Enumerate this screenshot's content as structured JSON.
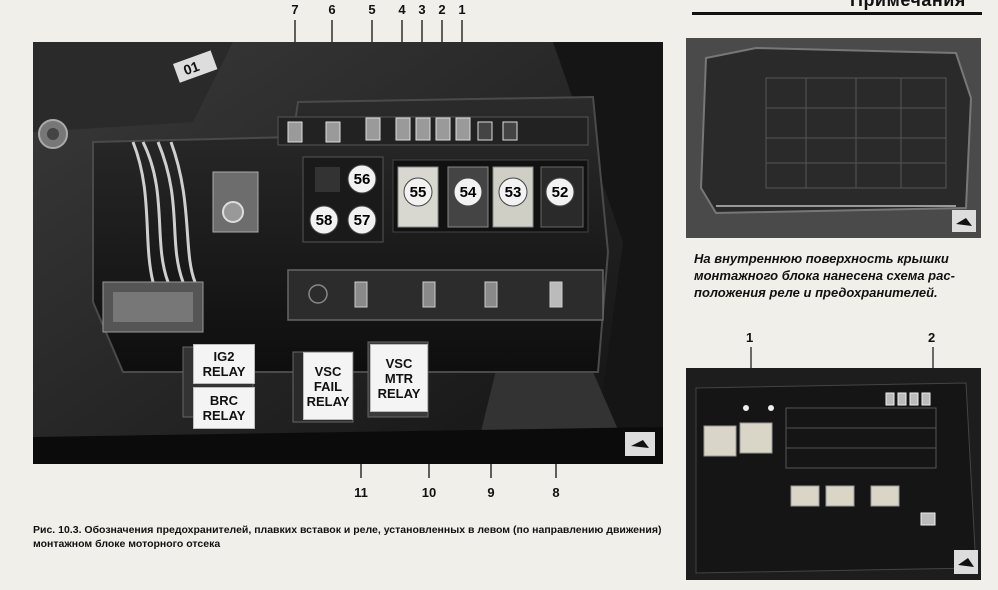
{
  "header": {
    "title": "Примечания"
  },
  "main_figure": {
    "top_callouts": [
      "7",
      "6",
      "5",
      "4",
      "3",
      "2",
      "1"
    ],
    "bottom_callouts": [
      "11",
      "10",
      "9",
      "8"
    ],
    "fuse_numbers": [
      "56",
      "58",
      "57",
      "55",
      "54",
      "53",
      "52"
    ],
    "marker_text": "01",
    "relay_labels": {
      "ig2": [
        "IG2",
        "RELAY"
      ],
      "brc": [
        "BRC",
        "RELAY"
      ],
      "vsc_fail": [
        "VSC",
        "FAIL",
        "RELAY"
      ],
      "vsc_mtr": [
        "VSC",
        "MTR",
        "RELAY"
      ]
    },
    "caption": "Рис. 10.3. Обозначения предохранителей, плавких вставок и реле, установленных в левом (по направлению движения) монтажном блоке моторного отсека"
  },
  "cover_figure": {
    "caption": "На внутреннюю поверхность крышки монтажного блока нанесена схема рас-положения реле и предохранителей."
  },
  "detail_figure": {
    "callouts": [
      "1",
      "2"
    ]
  }
}
